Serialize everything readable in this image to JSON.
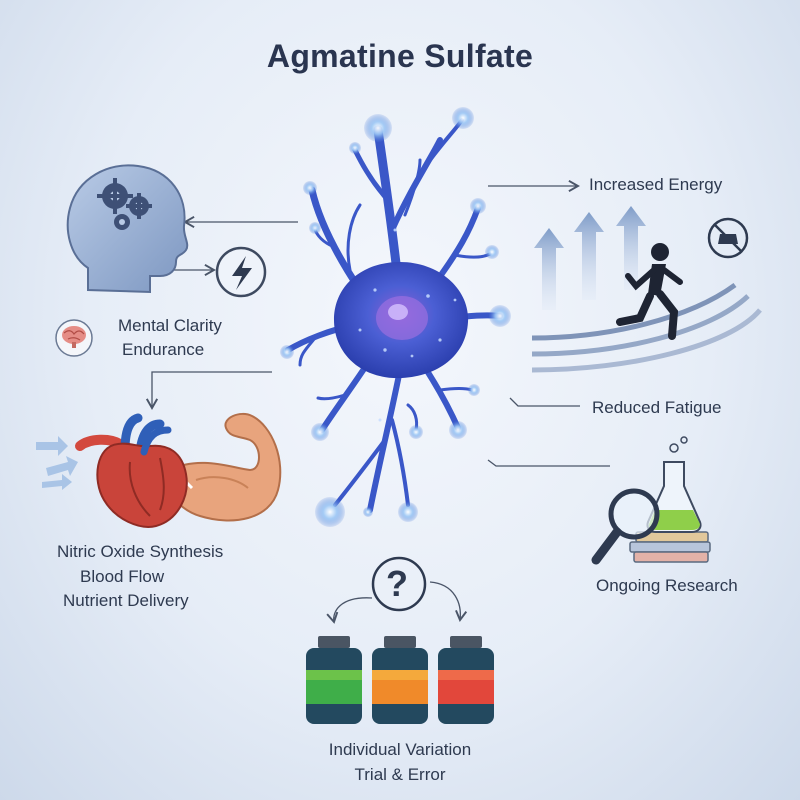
{
  "title": "Agmatine Sulfate",
  "labels": {
    "increased_energy": "Increased Energy",
    "mental_clarity": "Mental Clarity",
    "endurance": "Endurance",
    "reduced_fatigue": "Reduced Fatigue",
    "nitric_oxide": "Nitric Oxide Synthesis",
    "blood_flow": "Blood Flow",
    "nutrient_delivery": "Nutrient Delivery",
    "ongoing_research": "Ongoing Research",
    "individual_variation": "Individual Variation",
    "trial_error": "Trial & Error",
    "question_mark": "?"
  },
  "colors": {
    "neuron": "#3a57c8",
    "neuron_glow": "#7fb2f0",
    "heart": "#c9443a",
    "arm": "#e8a47d",
    "bottle_green": "#3fae49",
    "bottle_orange": "#f08a2a",
    "bottle_red": "#e2473b",
    "bottle_dark": "#23495f",
    "arrow": "#4a5568"
  },
  "icons": [
    "head-gears-icon",
    "lightning-icon",
    "brain-icon",
    "runner-icon",
    "no-caffeine-icon",
    "up-arrows-icon",
    "heart-icon",
    "flexed-arm-icon",
    "magnifier-icon",
    "flask-icon",
    "books-icon",
    "question-icon",
    "bottle-icon"
  ]
}
